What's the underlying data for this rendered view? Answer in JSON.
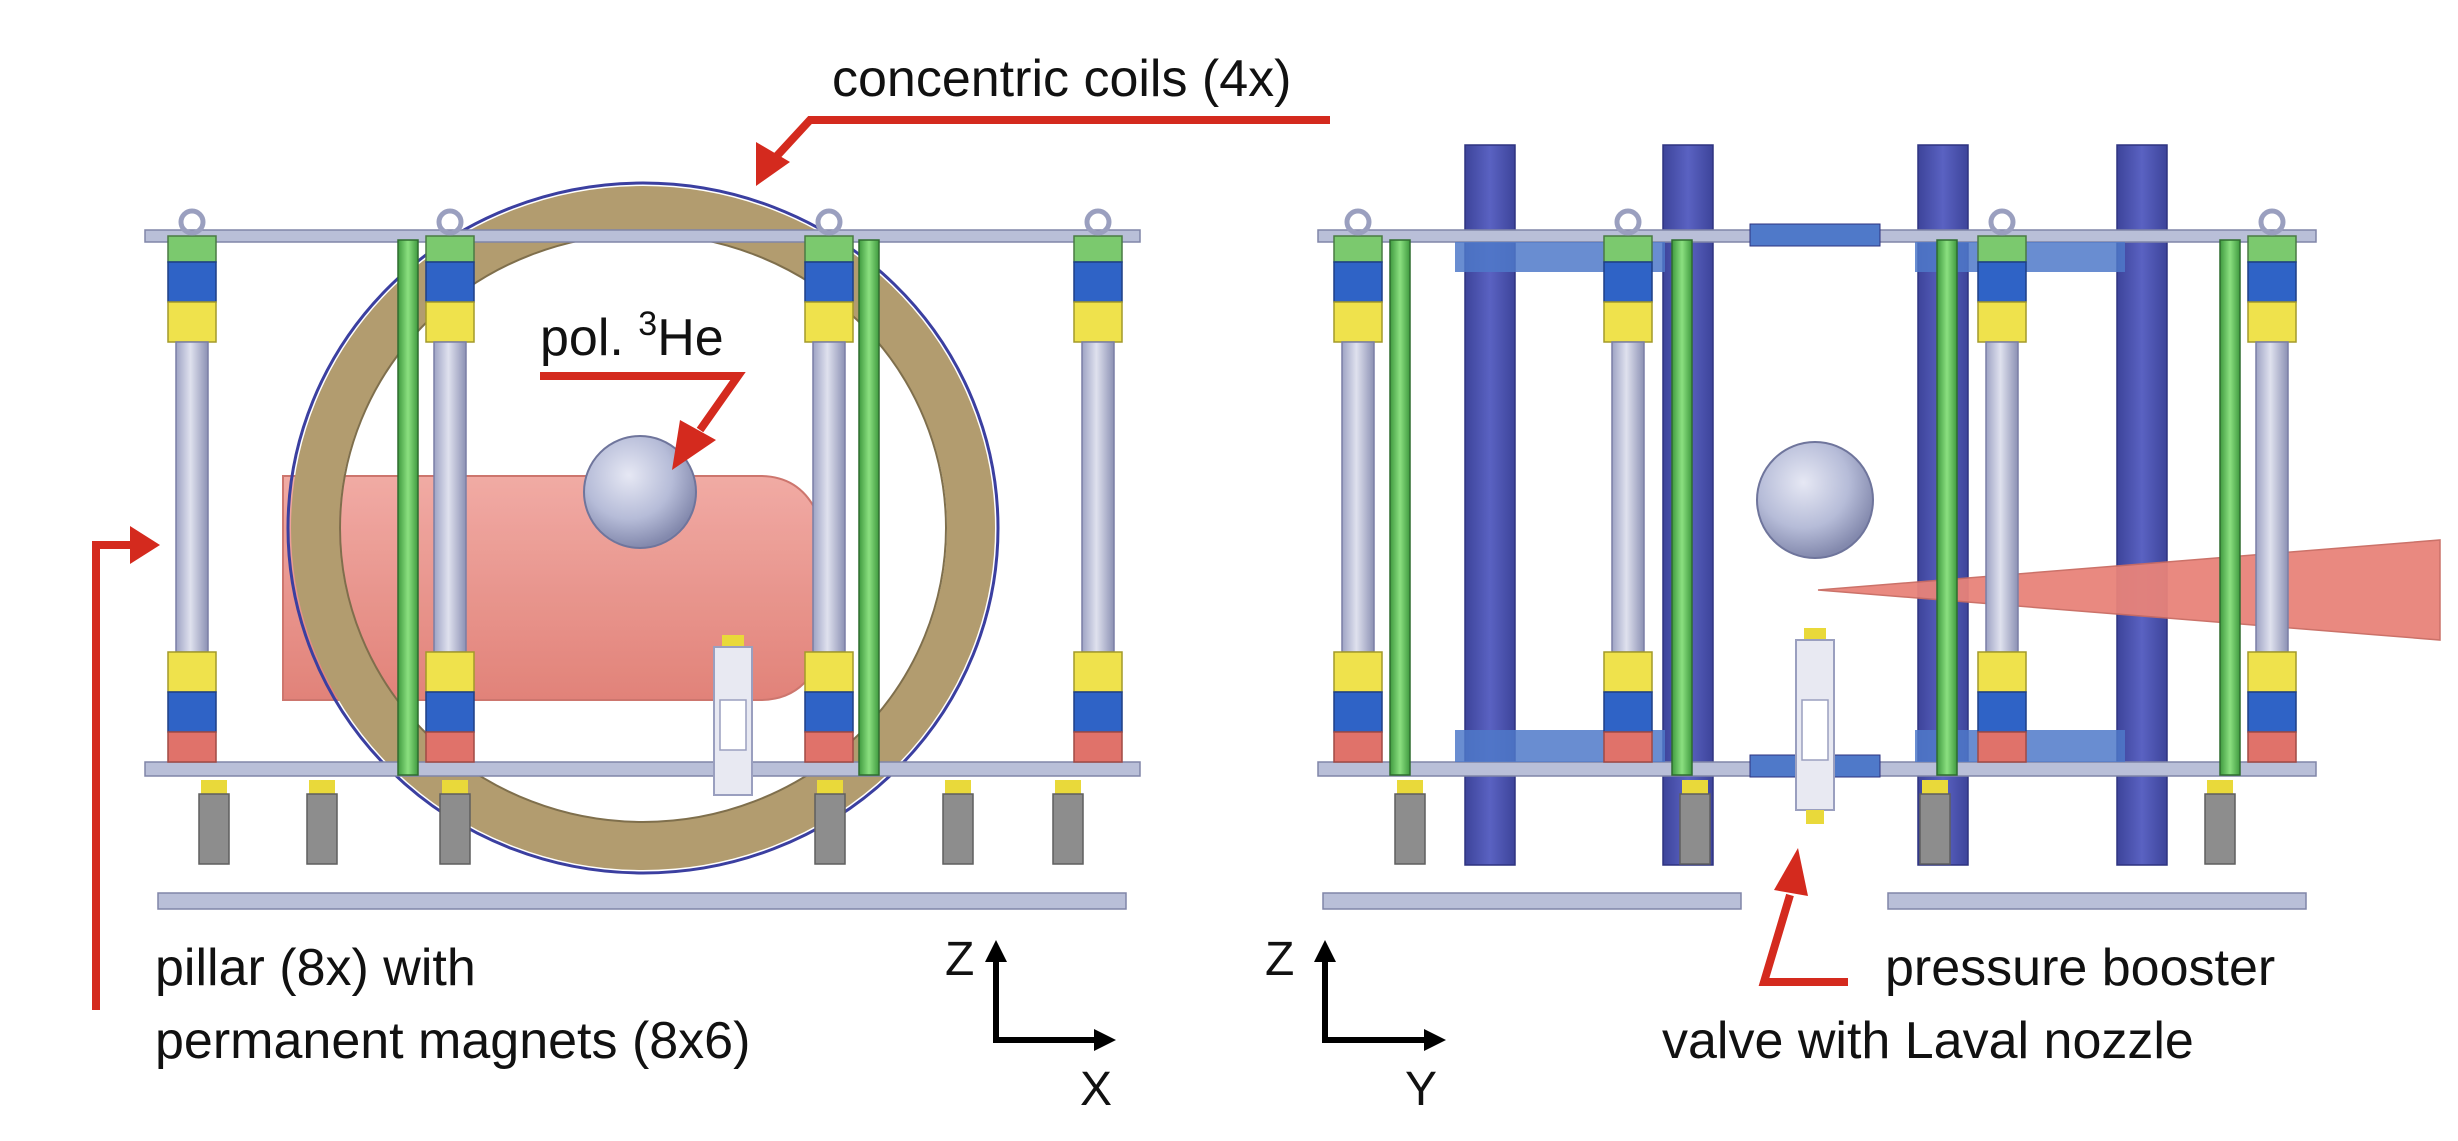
{
  "labels": {
    "coils": "concentric coils (4x)",
    "he_prefix": "pol. ",
    "he_sup": "3",
    "he_suffix": "He",
    "pillar_line1": "pillar (8x) with",
    "pillar_line2": "permanent magnets (8x6)",
    "booster_line1": "pressure booster",
    "booster_line2": "valve with Laval nozzle"
  },
  "axes": {
    "left": {
      "vertical": "Z",
      "horizontal": "X"
    },
    "right": {
      "vertical": "Z",
      "horizontal": "Y"
    }
  },
  "colors": {
    "annotation_red": "#d42a1e",
    "coil_ring": "#b29c6f",
    "coil_plate": "#4d55b0",
    "green_rod": "#6cc36a",
    "frame_grey": "#b9bfd8",
    "beam_red": "#e8837a",
    "magnet_green": "#7bc96e",
    "magnet_blue": "#2f63c6",
    "magnet_yellow": "#efe24c",
    "magnet_red": "#e0726a",
    "sphere": "#b6bcd8"
  }
}
